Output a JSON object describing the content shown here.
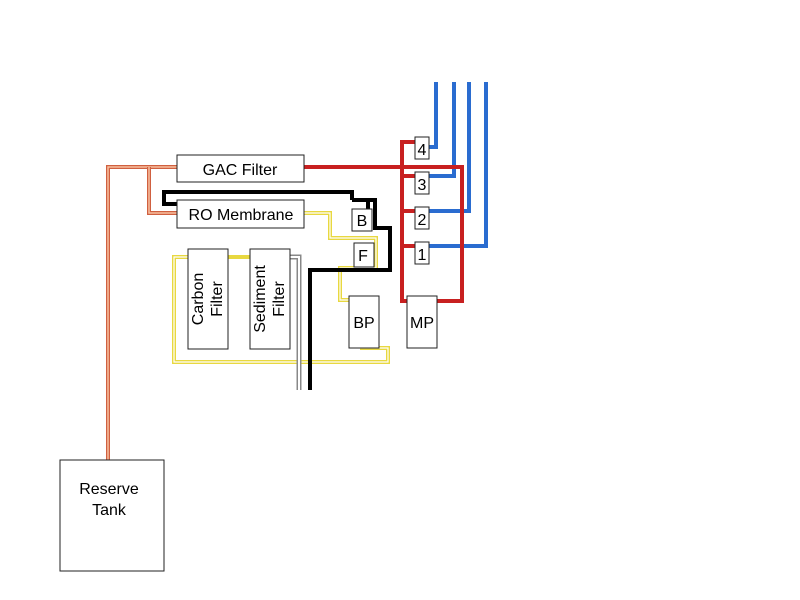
{
  "colors": {
    "orange": "#e07050",
    "orange_inner": "#f0a080",
    "red": "#c82020",
    "blue": "#2a6cd0",
    "black": "#000000",
    "yellow": "#e8d840"
  },
  "components": {
    "gac_filter": "GAC Filter",
    "ro_membrane": "RO Membrane",
    "carbon_filter": [
      "Carbon",
      "Filter"
    ],
    "sediment_filter": [
      "Sediment",
      "Filter"
    ],
    "bp": "BP",
    "mp": "MP",
    "b": "B",
    "f": "F",
    "reserve_tank": [
      "Reserve",
      "Tank"
    ]
  },
  "ports": [
    "4",
    "3",
    "2",
    "1"
  ]
}
